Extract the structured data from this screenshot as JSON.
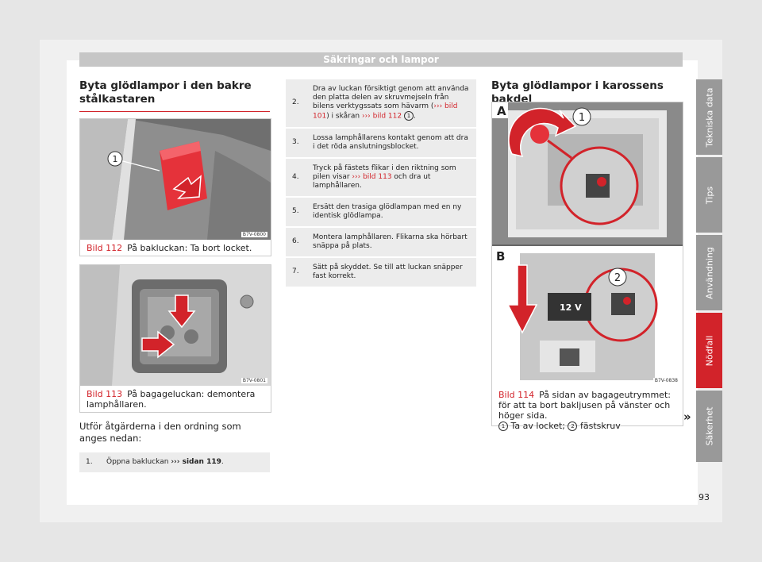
{
  "header": {
    "title": "Säkringar och lampor"
  },
  "left": {
    "title": "Byta glödlampor i den bakre stålkas­taren",
    "fig112": {
      "label": "Bild 112",
      "caption": "På bakluckan: Ta bort locket.",
      "code": "B7V-0800",
      "callout": "1"
    },
    "fig113": {
      "label": "Bild 113",
      "caption": "På bagageluckan: demontera lamp­hållaren.",
      "code": "B7V-0801"
    },
    "intro": "Utför åtgärderna i den ordning som anges nedan:",
    "step1": {
      "num": "1.",
      "text": "Öppna bakluckan",
      "ref": "››› sidan 119",
      "end": "."
    }
  },
  "middle": {
    "steps": [
      {
        "num": "2.",
        "text": "Dra av luckan försiktigt genom att använda den platta delen av skruvmejseln från bilens verktygs­sats som hävarm (",
        "ref1": "››› bild 101",
        "mid": ") i skåran ",
        "ref2": "››› bild 112",
        "callout": "1",
        "end": "."
      },
      {
        "num": "3.",
        "text": "Lossa lamphållarens kontakt genom att dra i det röda anslutningsblocket."
      },
      {
        "num": "4.",
        "text": "Tryck på fästets flikar i den riktning som pilen visar ",
        "ref1": "››› bild 113",
        "end": " och dra ut lamphållaren."
      },
      {
        "num": "5.",
        "text": "Ersätt den trasiga glödlampan med en ny identisk glödlampa."
      },
      {
        "num": "6.",
        "text": "Montera lamphållaren. Flikarna ska hörbart snäp­pa på plats."
      },
      {
        "num": "7.",
        "text": "Sätt på skyddet. Se till att luckan snäpper fast kor­rekt."
      }
    ]
  },
  "right": {
    "title": "Byta glödlampor i karossens bakdel",
    "fig114": {
      "label": "Bild 114",
      "caption": "På sidan av bagageutrymmet: för att ta bort bakljusen på vänster och höger sida.",
      "c1": "1",
      "c1text": "Ta av locket;",
      "c2": "2",
      "c2text": "fästskruv",
      "code": "B7V-0838",
      "panelA": "A",
      "panelB": "B",
      "volt": "12 V"
    }
  },
  "tabs": [
    "Tekniska data",
    "Tips",
    "Användning",
    "Nödfall",
    "Säkerhet"
  ],
  "active_tab": "Nödfall",
  "continue_mark": "»",
  "page_number": "93"
}
